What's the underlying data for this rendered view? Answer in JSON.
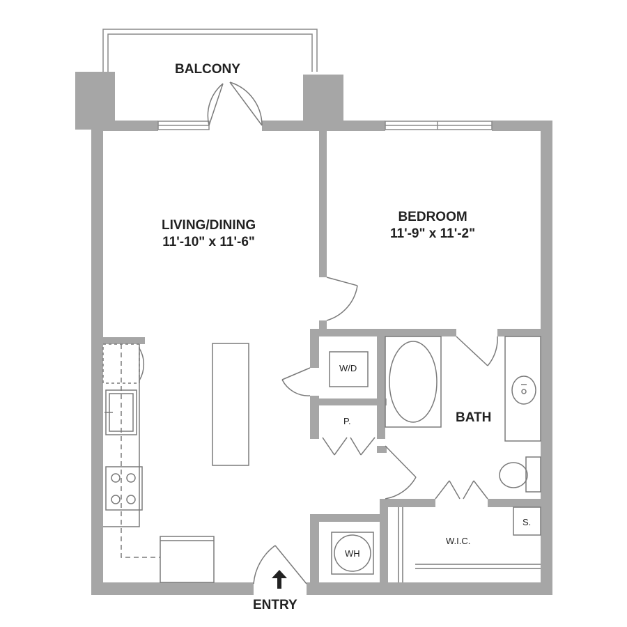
{
  "rooms": {
    "balcony": {
      "name": "BALCONY"
    },
    "living": {
      "name": "LIVING/DINING",
      "dims": "11'-10\" x 11'-6\""
    },
    "bedroom": {
      "name": "BEDROOM",
      "dims": "11'-9\" x 11'-2\""
    },
    "bath": {
      "name": "BATH"
    },
    "wd": {
      "name": "W/D"
    },
    "pantry": {
      "name": "P."
    },
    "wic": {
      "name": "W.I.C."
    },
    "storage": {
      "name": "S."
    },
    "water_heater": {
      "name": "WH"
    },
    "entry": {
      "name": "ENTRY"
    }
  },
  "colors": {
    "wall": "#a6a6a6",
    "line": "#7a7a7a",
    "background": "#ffffff",
    "text": "#222222"
  }
}
